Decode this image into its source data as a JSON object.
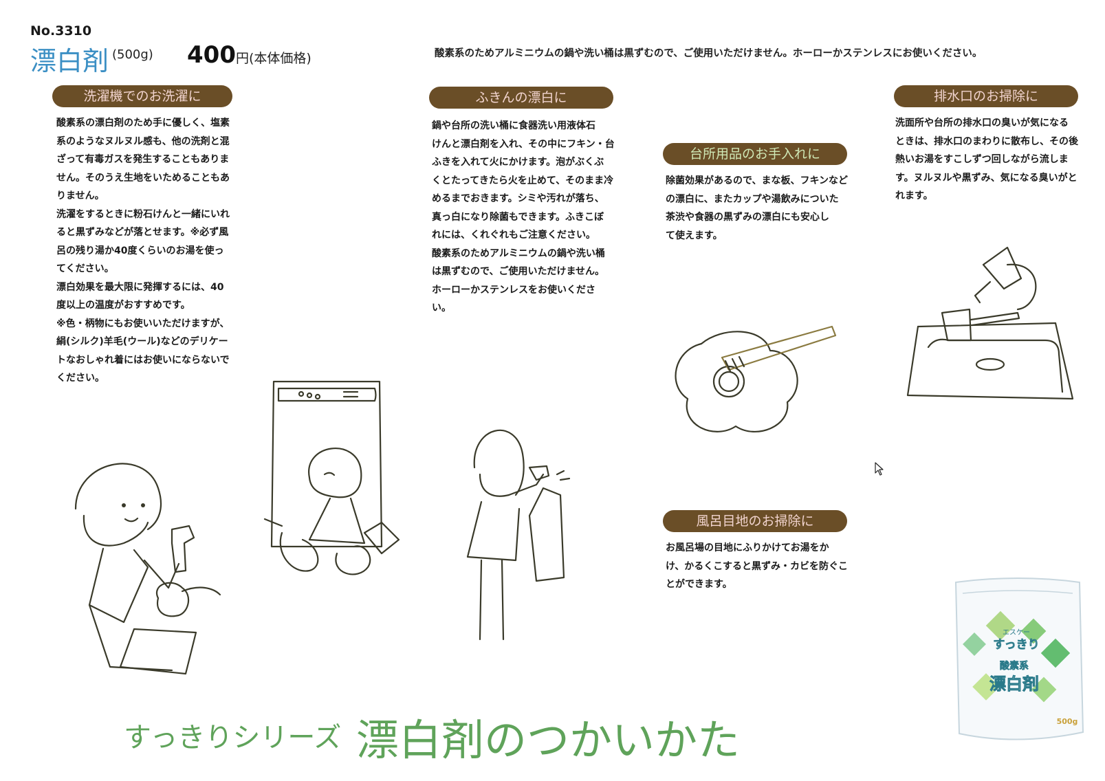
{
  "header": {
    "product_no": "No.3310",
    "product_name": "漂白剤",
    "weight": "(500g)",
    "price": "400",
    "price_unit": "円(本体価格)",
    "notice": "酸素系のためアルミニウムの鍋や洗い桶は黒ずむので、ご使用いただけません。ホーローかステンレスにお使いください。"
  },
  "sections": {
    "laundry": {
      "heading": "洗濯機でのお洗濯に",
      "lines": [
        "酸素系の漂白剤のため手に優しく、塩素",
        "系のようなヌルヌル感も、他の洗剤と混",
        "ざって有毒ガスを発生することもありま",
        "せん。そのうえ生地をいためることもあ",
        "りません。",
        "洗濯をするときに粉石けんと一緒にいれ",
        "ると黒ずみなどが落とせます。※必ず風",
        "呂の残り湯か40度くらいのお湯を使っ",
        "てください。",
        "漂白効果を最大限に発揮するには、40",
        "度以上の温度がおすすめです。",
        "※色・柄物にもお使いいただけますが、",
        "絹(シルク)羊毛(ウール)などのデリケー",
        "トなおしゃれ着にはお使いにならないで",
        "ください。"
      ]
    },
    "fukin": {
      "heading": "ふきんの漂白に",
      "lines": [
        "鍋や台所の洗い桶に食器洗い用液体石",
        "けんと漂白剤を入れ、その中にフキン・台",
        "ふきを入れて火にかけます。泡がぶくぶ",
        "くとたってきたら火を止めて、そのまま冷",
        "めるまでおきます。シミや汚れが落ち、",
        "真っ白になり除菌もできます。ふきこぼ",
        "れには、くれぐれもご注意ください。",
        "酸素系のためアルミニウムの鍋や洗い桶",
        "は黒ずむので、ご使用いただけません。",
        "ホーローかステンレスをお使いくださ",
        "い。"
      ]
    },
    "kitchen": {
      "heading": "台所用品のお手入れに",
      "lines": [
        "除菌効果があるので、まな板、フキンなど",
        "の漂白に、またカップや湯飲みについた",
        "茶渋や食器の黒ずみの漂白にも安心し",
        "て使えます。"
      ]
    },
    "drain": {
      "heading": "排水口のお掃除に",
      "lines": [
        "洗面所や台所の排水口の臭いが気になる",
        "ときは、排水口のまわりに散布し、その後",
        "熱いお湯をすこしずつ回しながら流しま",
        "す。ヌルヌルや黒ずみ、気になる臭いがと",
        "れます。"
      ]
    },
    "bath": {
      "heading": "風呂目地のお掃除に",
      "lines": [
        "お風呂場の目地にふりかけてお湯をか",
        "け、かるくこすると黒ずみ・カビを防ぐこ",
        "とができます。"
      ]
    }
  },
  "package": {
    "brand_small": "エスケー",
    "brand": "すっきり",
    "type": "酸素系",
    "name": "漂白剤",
    "weight": "500g"
  },
  "footer": {
    "series": "すっきりシリーズ",
    "title": "漂白剤のつかいかた"
  },
  "colors": {
    "pill_bg": "#6a4e27",
    "title_blue": "#3b8fc4",
    "footer_green": "#5fa35a"
  },
  "icons": {
    "cursor": "mouse-pointer-icon"
  }
}
